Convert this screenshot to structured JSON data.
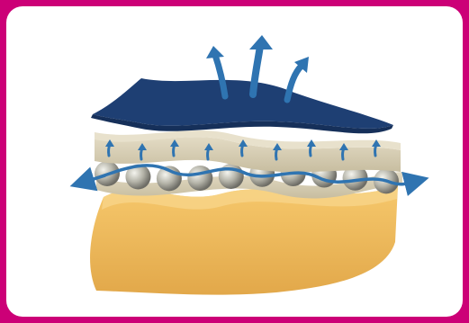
{
  "colors": {
    "frame": "#cc0077",
    "card": "#ffffff",
    "top_layer": "#1e3f73",
    "top_layer_edge": "#16305a",
    "membrane": "#d8cfb6",
    "membrane_shadow": "#bfb598",
    "spacer_balls": "#a8a89e",
    "foam": "#f2c064",
    "foam_shadow": "#e3aa48",
    "airflow": "#2f74b1"
  },
  "diagram": {
    "layers": [
      {
        "name": "top-layer",
        "shape": "dark navy cover"
      },
      {
        "name": "upper-membrane",
        "shape": "beige sheet"
      },
      {
        "name": "spacer-ball-layer",
        "shape": "row of grey spheres"
      },
      {
        "name": "lower-membrane",
        "shape": "beige sheet"
      },
      {
        "name": "foam-base",
        "shape": "yellow cushion"
      }
    ],
    "icons": [
      "airflow-arrow-icon",
      "upward-vent-arrow-icon"
    ]
  }
}
